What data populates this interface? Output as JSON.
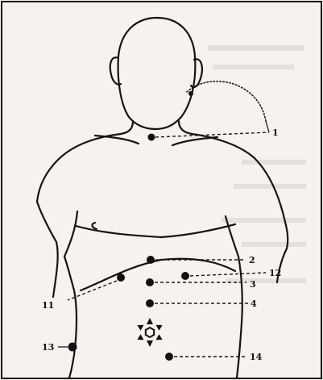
{
  "points": [
    {
      "id": "p1",
      "label": "1"
    },
    {
      "id": "p2",
      "label": "2"
    },
    {
      "id": "p3",
      "label": "3"
    },
    {
      "id": "p4",
      "label": "4"
    },
    {
      "id": "p11",
      "label": "11"
    },
    {
      "id": "p12",
      "label": "12"
    },
    {
      "id": "p13",
      "label": "13"
    },
    {
      "id": "p14",
      "label": "14"
    }
  ],
  "colors": {
    "ink": "#141414",
    "paper": "#f6f2ee",
    "border": "#1a1a1a"
  },
  "icons": {
    "center_marker": "six-petal-flower-icon"
  }
}
